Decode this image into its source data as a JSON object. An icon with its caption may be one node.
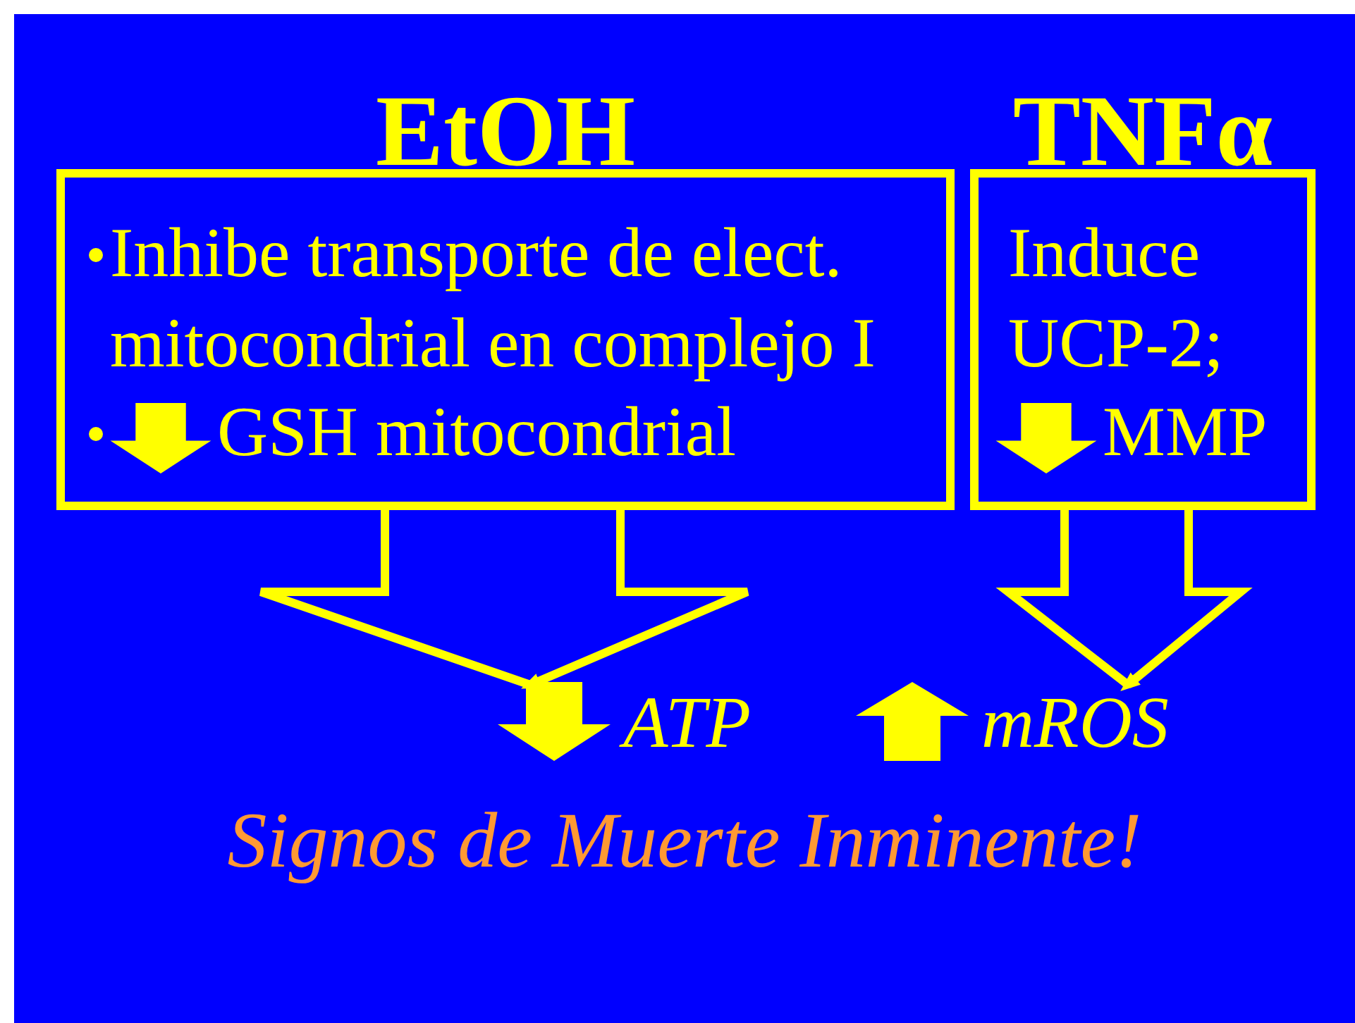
{
  "diagram": {
    "nodes": [
      {
        "text": [
          "EtOH",
          "Inhibe transporte de elect. mitocondrial en complejo I",
          "GSH mitocondrial"
        ]
      },
      {
        "text": [
          "TNFα",
          "Induce UCP-2;",
          "MMP"
        ]
      },
      {
        "text": [
          "ATP"
        ]
      },
      {
        "text": [
          "mROS"
        ]
      }
    ],
    "edges": [
      {
        "from": 0,
        "to": 2,
        "arrow": "to"
      },
      {
        "from": 1,
        "to": 3,
        "arrow": "to"
      }
    ],
    "labels": [
      "Signos de Muerte Inminente!"
    ]
  }
}
